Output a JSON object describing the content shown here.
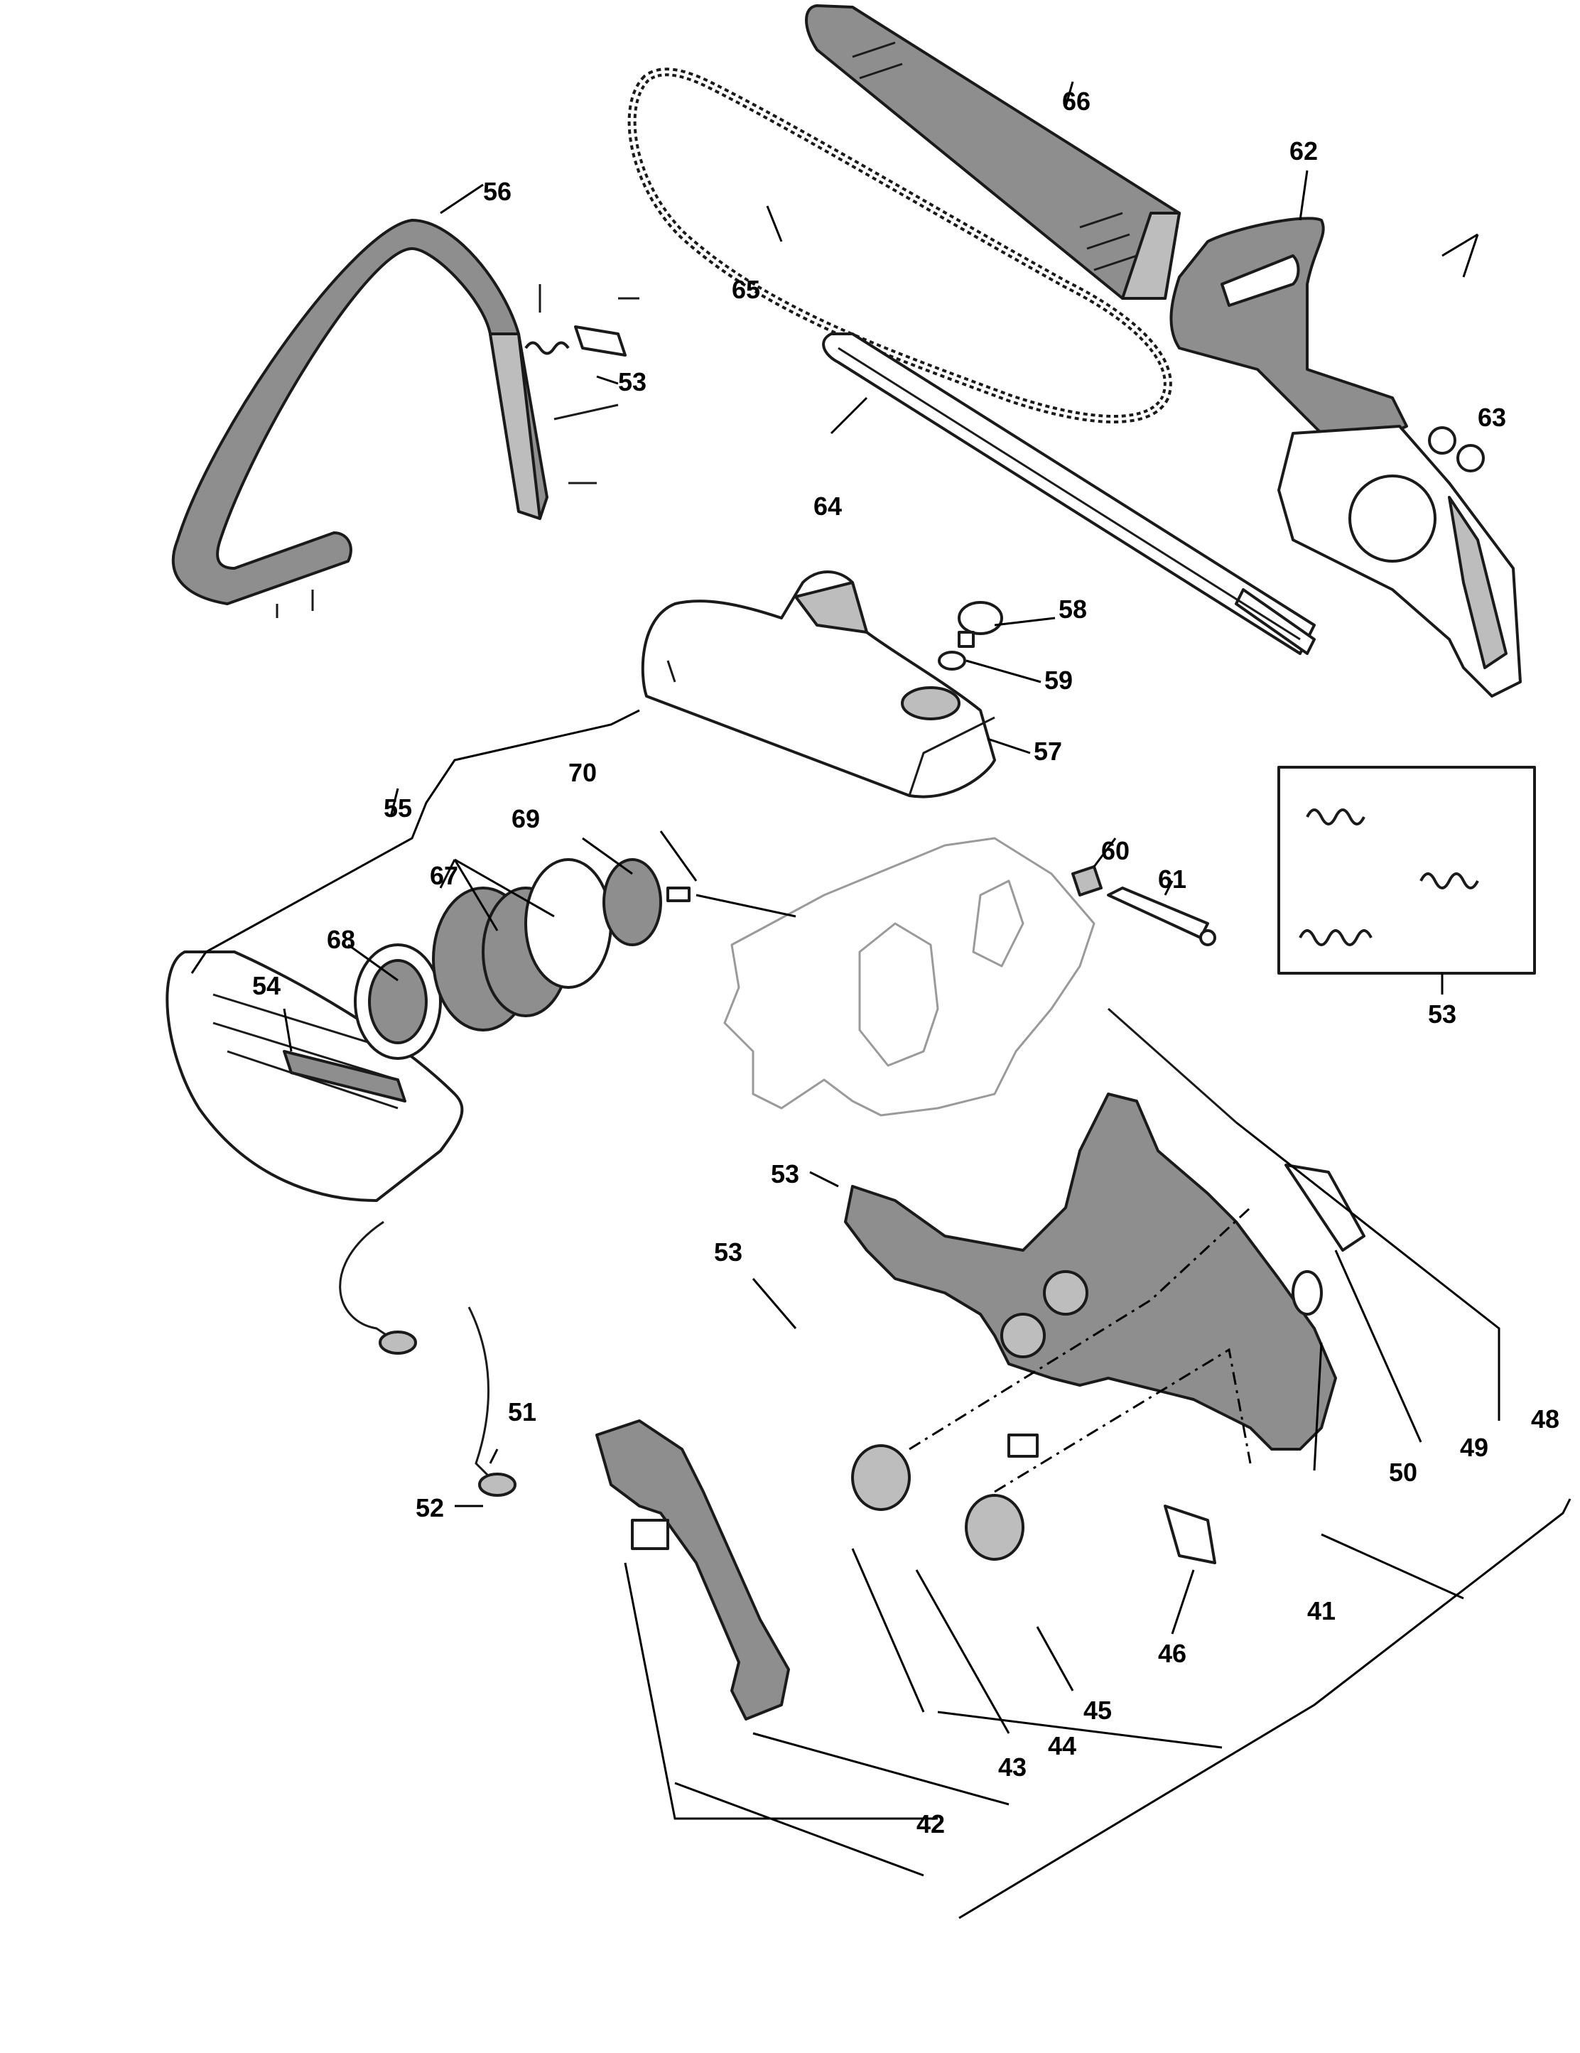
{
  "labels": {
    "l41": "41",
    "l42": "42",
    "l43": "43",
    "l44": "44",
    "l45": "45",
    "l46": "46",
    "l48": "48",
    "l49": "49",
    "l50": "50",
    "l51": "51",
    "l52": "52",
    "l53a": "53",
    "l53b": "53",
    "l53c": "53",
    "l53d": "53",
    "l54": "54",
    "l55": "55",
    "l56": "56",
    "l57": "57",
    "l58": "58",
    "l59": "59",
    "l60": "60",
    "l61": "61",
    "l62": "62",
    "l63": "63",
    "l64": "64",
    "l65": "65",
    "l66": "66",
    "l67": "67",
    "l68": "68",
    "l69": "69",
    "l70": "70"
  }
}
